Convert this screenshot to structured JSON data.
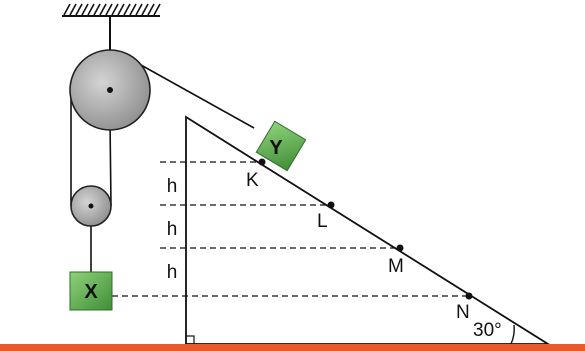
{
  "blocks": {
    "x_label": "X",
    "y_label": "Y"
  },
  "points": {
    "k": "K",
    "l": "L",
    "m": "M",
    "n": "N"
  },
  "heights": {
    "h1": "h",
    "h2": "h",
    "h3": "h"
  },
  "angle": {
    "label": "30°"
  },
  "colors": {
    "ground": "#e8592c",
    "block_fill_light": "#7cc36b",
    "block_fill_dark": "#3d8a36",
    "pulley_fill": "#a6a6a6"
  }
}
